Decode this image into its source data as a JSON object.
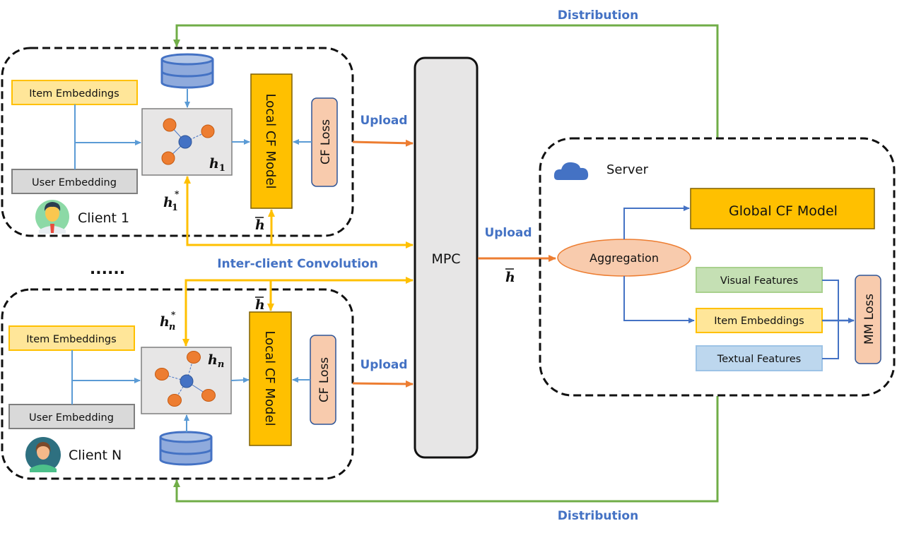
{
  "colors": {
    "distribution_arrow": "#70AD47",
    "upload_arrow": "#ED7D31",
    "convolution_arrow": "#FFC000",
    "internal_arrow": "#5B9BD5",
    "label_blue": "#4472C4",
    "cf_model_fill": "#FFC000",
    "item_embedding_fill": "#FFE699",
    "user_embedding_fill": "#D9D9D9",
    "loss_fill": "#F8CBAD",
    "visual_fill": "#C5E0B4",
    "textual_fill": "#BDD7EE",
    "graph_leaf": "#ED7D31",
    "graph_center": "#4472C4",
    "database": "#4472C4"
  },
  "labels": {
    "distribution_top": "Distribution",
    "distribution_bottom": "Distribution",
    "upload_client1": "Upload",
    "upload_clientN": "Upload",
    "upload_server": "Upload",
    "inter_client": "Inter-client Convolution",
    "ellipsis": "......",
    "mpc": "MPC",
    "h_bar_server": "h"
  },
  "client1": {
    "name": "Client 1",
    "item_embeddings": "Item Embeddings",
    "user_embedding": "User Embedding",
    "local_model": "Local CF Model",
    "loss": "CF Loss",
    "h_local": "h",
    "h_local_sub": "1",
    "h_star": "h",
    "h_star_sub": "1",
    "h_bar": "h",
    "avatar_icon": "male-user-avatar-icon",
    "db_icon": "database-icon"
  },
  "clientN": {
    "name": "Client N",
    "item_embeddings": "Item Embeddings",
    "user_embedding": "User Embedding",
    "local_model": "Local CF Model",
    "loss": "CF Loss",
    "h_local": "h",
    "h_local_sub": "n",
    "h_star": "h",
    "h_star_sub": "n",
    "h_bar": "h",
    "avatar_icon": "female-user-avatar-icon",
    "db_icon": "database-icon"
  },
  "server": {
    "name": "Server",
    "aggregation": "Aggregation",
    "global_model": "Global CF Model",
    "visual_features": "Visual Features",
    "item_embeddings": "Item Embeddings",
    "textual_features": "Textual Features",
    "loss": "MM Loss",
    "cloud_icon": "cloud-icon"
  }
}
